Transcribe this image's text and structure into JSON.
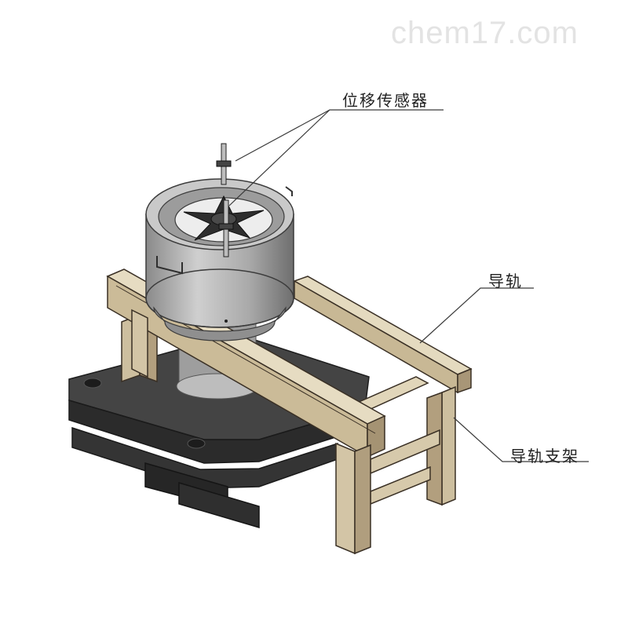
{
  "watermark": "chem17.com",
  "labels": {
    "sensor": "位移传感器",
    "rail": "导轨",
    "rail_support": "导轨支架"
  },
  "colors": {
    "wood": "#d9ccb0",
    "wood_dark": "#b6a586",
    "wood_edge": "#3a3025",
    "base": "#3f3f3f",
    "base_dark": "#262626",
    "drum": "#b5b5b5",
    "drum_dark": "#7d7d7d",
    "plate": "#ececec",
    "leader": "#3a3a3a"
  }
}
